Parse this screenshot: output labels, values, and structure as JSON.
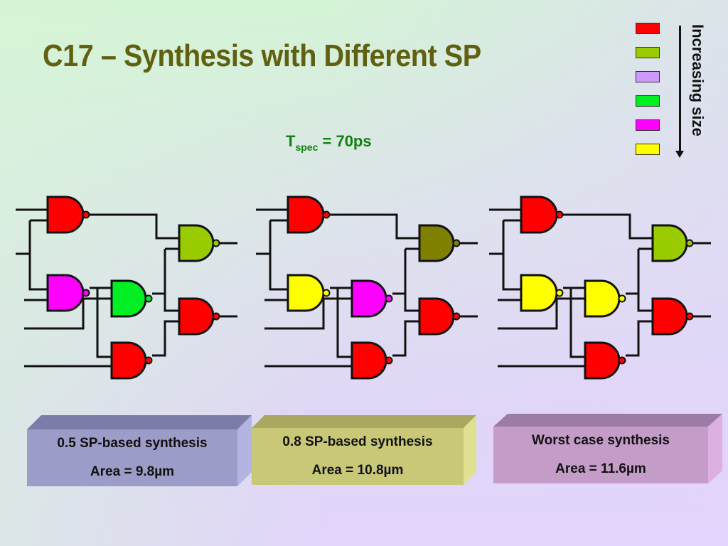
{
  "slide": {
    "title": "C17 – Synthesis with Different SP",
    "tspec": {
      "symbol": "T",
      "subscript": "spec",
      "value": "= 70ps"
    }
  },
  "legend": {
    "label": "Increasing size",
    "direction": "down",
    "swatches": [
      {
        "name": "red",
        "color": "#ff0000"
      },
      {
        "name": "olive-green",
        "color": "#99cc00"
      },
      {
        "name": "lavender",
        "color": "#cc99ff"
      },
      {
        "name": "green",
        "color": "#00ee22"
      },
      {
        "name": "magenta",
        "color": "#ff00ff"
      },
      {
        "name": "yellow",
        "color": "#ffff00"
      }
    ]
  },
  "circuits": [
    {
      "id": "sp-0.5",
      "gates": {
        "g1": "#ff0000",
        "g2": "#ff00ff",
        "g3": "#00ee22",
        "g4": "#ff0000",
        "g5": "#99cc00",
        "g6": "#ff0000"
      },
      "caption": {
        "line1": "0.5 SP-based synthesis",
        "line2": "Area = 9.8µm"
      },
      "box_colors": {
        "front": "#9c9cc8",
        "top": "#7c7ca8",
        "side": "#b4b4e0"
      }
    },
    {
      "id": "sp-0.8",
      "gates": {
        "g1": "#ff0000",
        "g2": "#ffff00",
        "g3": "#ff00ff",
        "g4": "#ff0000",
        "g5": "#808000",
        "g6": "#ff0000"
      },
      "caption": {
        "line1": "0.8 SP-based synthesis",
        "line2": "Area = 10.8µm"
      },
      "box_colors": {
        "front": "#c8c878",
        "top": "#a8a860",
        "side": "#e0e090"
      }
    },
    {
      "id": "worst-case",
      "gates": {
        "g1": "#ff0000",
        "g2": "#ffff00",
        "g3": "#ffff00",
        "g4": "#ff0000",
        "g5": "#99cc00",
        "g6": "#ff0000"
      },
      "caption": {
        "line1": "Worst case synthesis",
        "line2": "Area = 11.6µm"
      },
      "box_colors": {
        "front": "#c49cc8",
        "top": "#9c7ca4",
        "side": "#dcb0e0"
      }
    }
  ]
}
